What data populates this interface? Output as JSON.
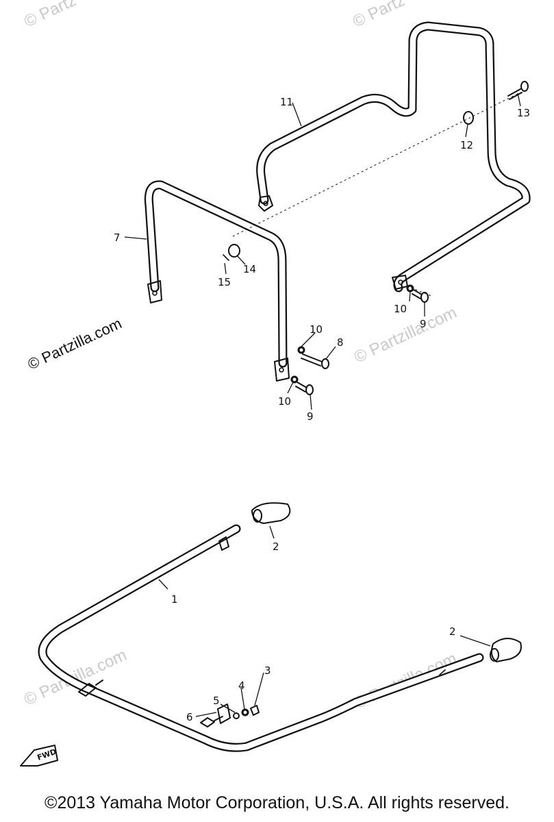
{
  "watermarks": {
    "main": "© Partzilla.com",
    "faint": "© Partzilla.com",
    "faint_short": "© Partz"
  },
  "callouts": {
    "c1": "1",
    "c2a": "2",
    "c2b": "2",
    "c3": "3",
    "c4": "4",
    "c5": "5",
    "c6": "6",
    "c7": "7",
    "c8": "8",
    "c9a": "9",
    "c9b": "9",
    "c10a": "10",
    "c10b": "10",
    "c10c": "10",
    "c11": "11",
    "c12": "12",
    "c13": "13",
    "c14": "14",
    "c15": "15"
  },
  "fwd_label": "FWD",
  "copyright": "©2013  Yamaha Motor Corporation, U.S.A. All rights reserved.",
  "colors": {
    "line": "#111111",
    "watermark": "#c9c9c9",
    "background": "#ffffff"
  }
}
